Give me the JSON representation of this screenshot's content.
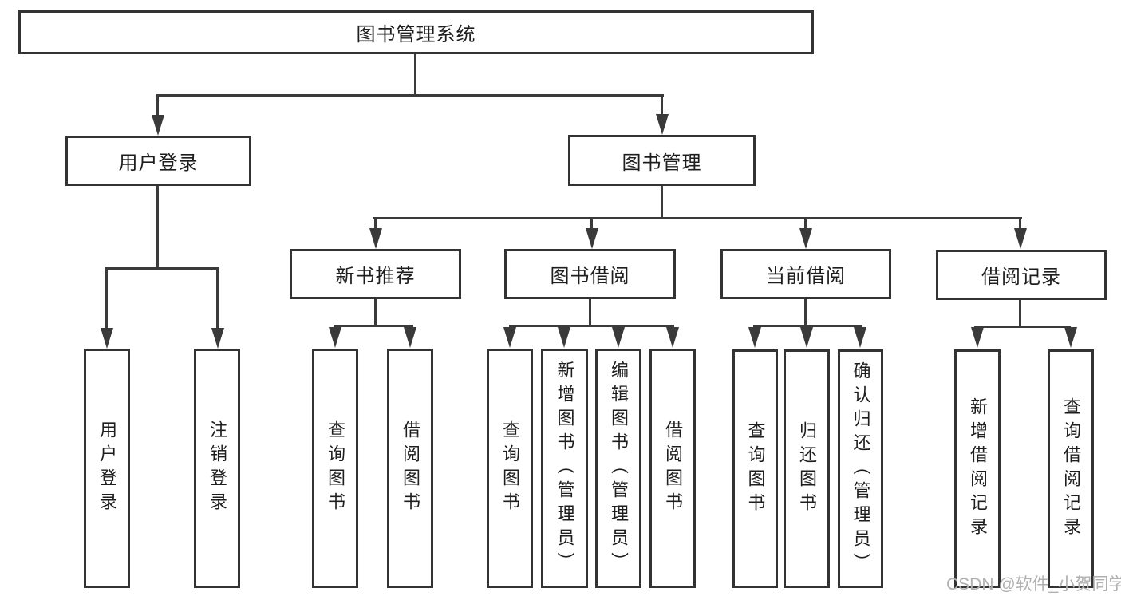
{
  "diagram": {
    "type": "tree",
    "root_label": "图书管理系统",
    "branches": [
      {
        "label": "用户登录",
        "children": [
          "用户登录",
          "注销登录"
        ]
      },
      {
        "label": "图书管理",
        "children": [
          {
            "label": "新书推荐",
            "children": [
              "查询图书",
              "借阅图书"
            ]
          },
          {
            "label": "图书借阅",
            "children": [
              "查询图书",
              "新增图书（管理员）",
              "编辑图书（管理员）",
              "借阅图书"
            ]
          },
          {
            "label": "当前借阅",
            "children": [
              "查询图书",
              "归还图书",
              "确认归还（管理员）"
            ]
          },
          {
            "label": "借阅记录",
            "children": [
              "新增借阅记录",
              "查询借阅记录"
            ]
          }
        ]
      }
    ]
  },
  "watermark": {
    "text": "CSDN @软件_小贺同学",
    "color": "#b0b0b0"
  },
  "colors": {
    "background": "#ffffff",
    "box_border": "#333333",
    "line": "#3a3a3a",
    "text": "#1e1e1e"
  }
}
